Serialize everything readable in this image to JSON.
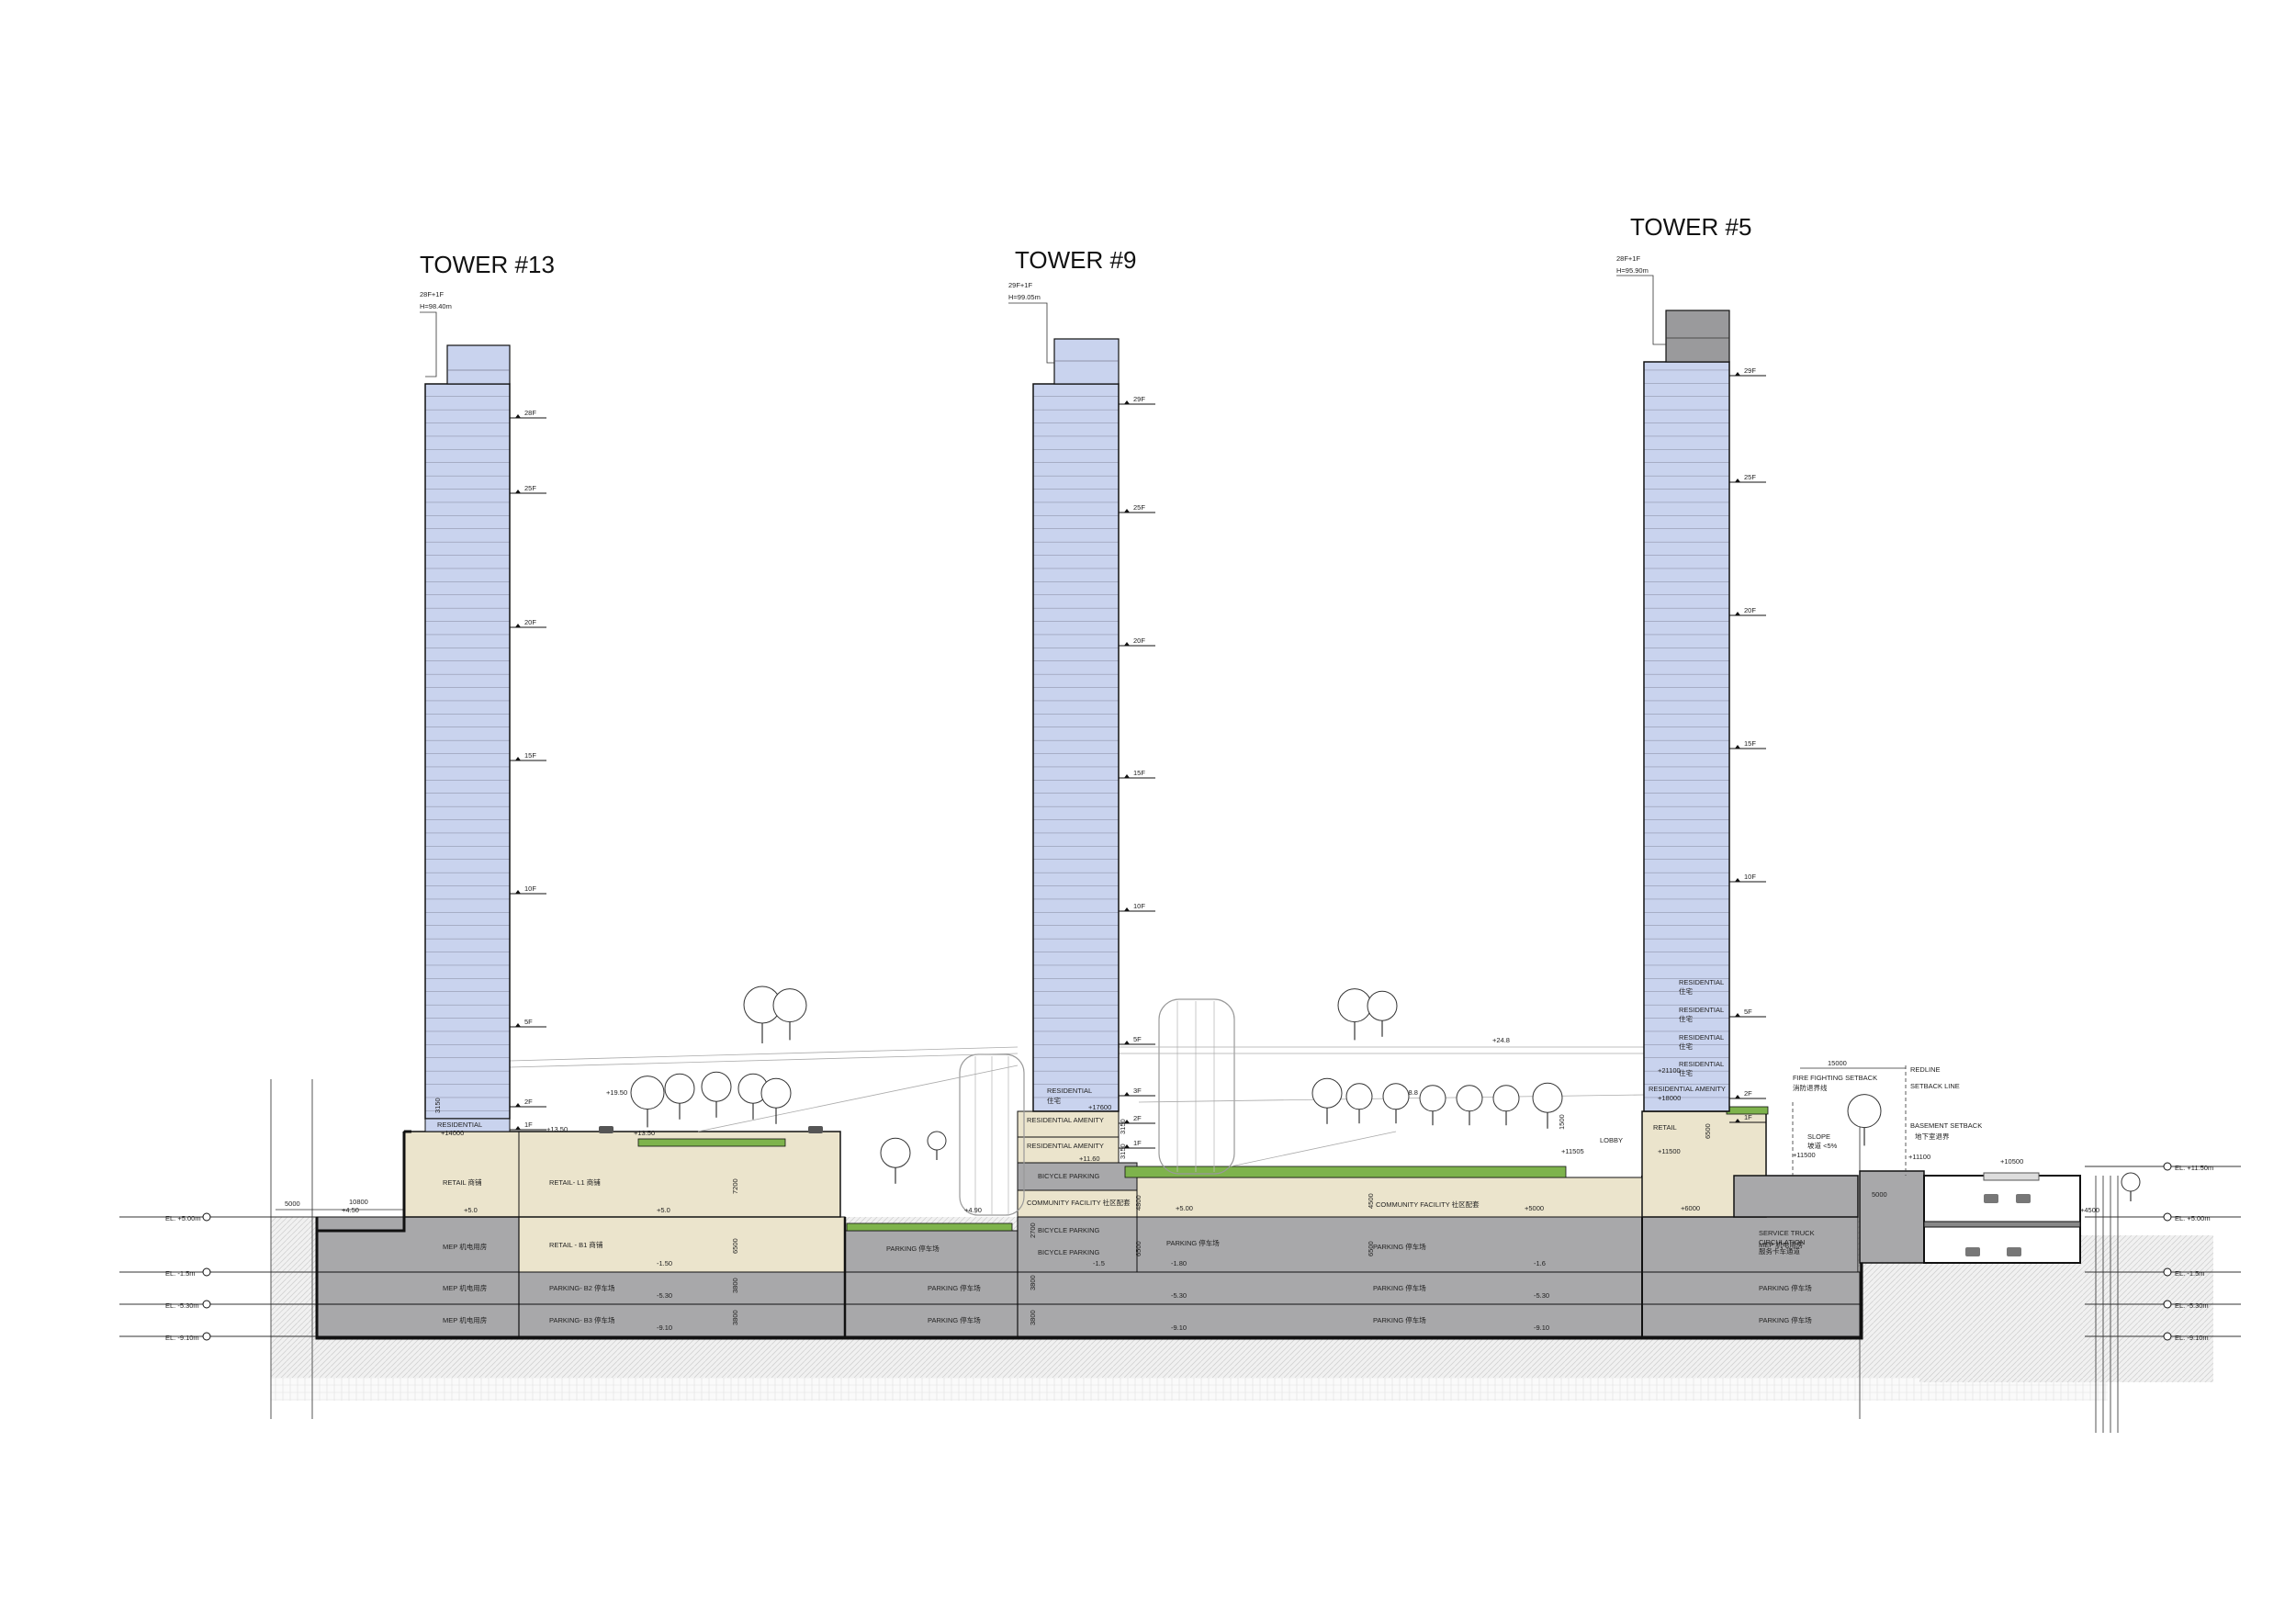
{
  "towers": [
    {
      "title": "TOWER #13",
      "floors": "28F+1F",
      "height": "H=98.40m",
      "floor_marks": [
        "28F",
        "25F",
        "20F",
        "15F",
        "10F",
        "5F",
        "2F",
        "1F"
      ]
    },
    {
      "title": "TOWER #9",
      "floors": "29F+1F",
      "height": "H=99.05m",
      "floor_marks": [
        "29F",
        "25F",
        "20F",
        "15F",
        "10F",
        "5F",
        "3F",
        "2F",
        "1F"
      ]
    },
    {
      "title": "TOWER #5",
      "floors": "28F+1F",
      "height": "H=95.90m",
      "floor_marks": [
        "29F",
        "25F",
        "20F",
        "15F",
        "10F",
        "5F",
        "2F",
        "1F"
      ]
    }
  ],
  "left_elevations": [
    "EL. +5.00m",
    "EL. -1.5m",
    "EL. -5.30m",
    "EL. -9.10m"
  ],
  "right_elevations": [
    "EL. +11.50m",
    "EL. +5.00m",
    "EL. -1.5m",
    "EL. -5.30m",
    "EL. -9.10m"
  ],
  "dims": {
    "d5000": "5000",
    "d10800": "10800",
    "d4_50": "+4.50",
    "d15000": "15000",
    "d5000b": "5000"
  },
  "rooms": {
    "retail_l2": "RETAIL 商铺",
    "retail_l1": "RETAIL- L1 商铺",
    "retail_b1": "RETAIL - B1 商铺",
    "mep": "MEP 机电用房",
    "parking_b2": "PARKING- B2 停车场",
    "parking_b3": "PARKING- B3 停车场",
    "parking": "PARKING 停车场",
    "bicycle": "BICYCLE PARKING",
    "community": "COMMUNITY FACILITY 社区配套",
    "res_amenity": "RESIDENTIAL AMENITY",
    "residential": "RESIDENTIAL",
    "res_cn": "住宅",
    "retail_t5": "RETAIL",
    "lobby": "LOBBY",
    "service_1": "SERVICE TRUCK",
    "service_2": "CIRCULATION",
    "service_3": "服务卡车通道",
    "residential_t13": "RESIDENTIAL"
  },
  "levels": {
    "l_plus5": "+5.0",
    "l_minus1_5": "-1.50",
    "l_minus5_3": "-5.30",
    "l_minus9_1": "-9.10",
    "l_13_50": "+13.50",
    "l_14000": "+14000",
    "l_19_50": "+19.50",
    "l_4_90": "+4.90",
    "l_5_00": "+5.00",
    "l_11_60": "+11.60",
    "l_17600": "+17600",
    "l_minus1_5b": "-1.5",
    "l_minus1_80": "-1.80",
    "l_minus1_6": "-1.6",
    "l_5000": "+5000",
    "l_6000": "+6000",
    "l_18_8": "+18.8",
    "l_24_8": "+24.8",
    "l_11_505": "+11505",
    "l_11500": "+11500",
    "l_18000": "+18000",
    "l_21100": "+21100",
    "l_10500": "+10500",
    "l_4500": "+4500",
    "l_11100": "+11100"
  },
  "dim_vert": {
    "v3150": "3150",
    "v7200": "7200",
    "v6500": "6500",
    "v3800": "3800",
    "v4800": "4800",
    "v4500": "4500",
    "v1500": "1500",
    "v2700": "2700"
  },
  "annotations": {
    "fire": "FIRE FIGHTING SETBACK",
    "fire_cn": "消防退界线",
    "redline": "REDLINE",
    "setback": "SETBACK LINE",
    "basement": "BASEMENT SETBACK",
    "basement_cn": "地下室退界",
    "slope": "SLOPE",
    "slope_cn": "坡道 <5%"
  },
  "colors": {
    "tower": "#c9d3ee",
    "retail": "#ebe4cc",
    "basement": "#a8a8aa",
    "grass": "#7eb34c",
    "line": "#111111",
    "hatch": "#d4d4d4"
  }
}
